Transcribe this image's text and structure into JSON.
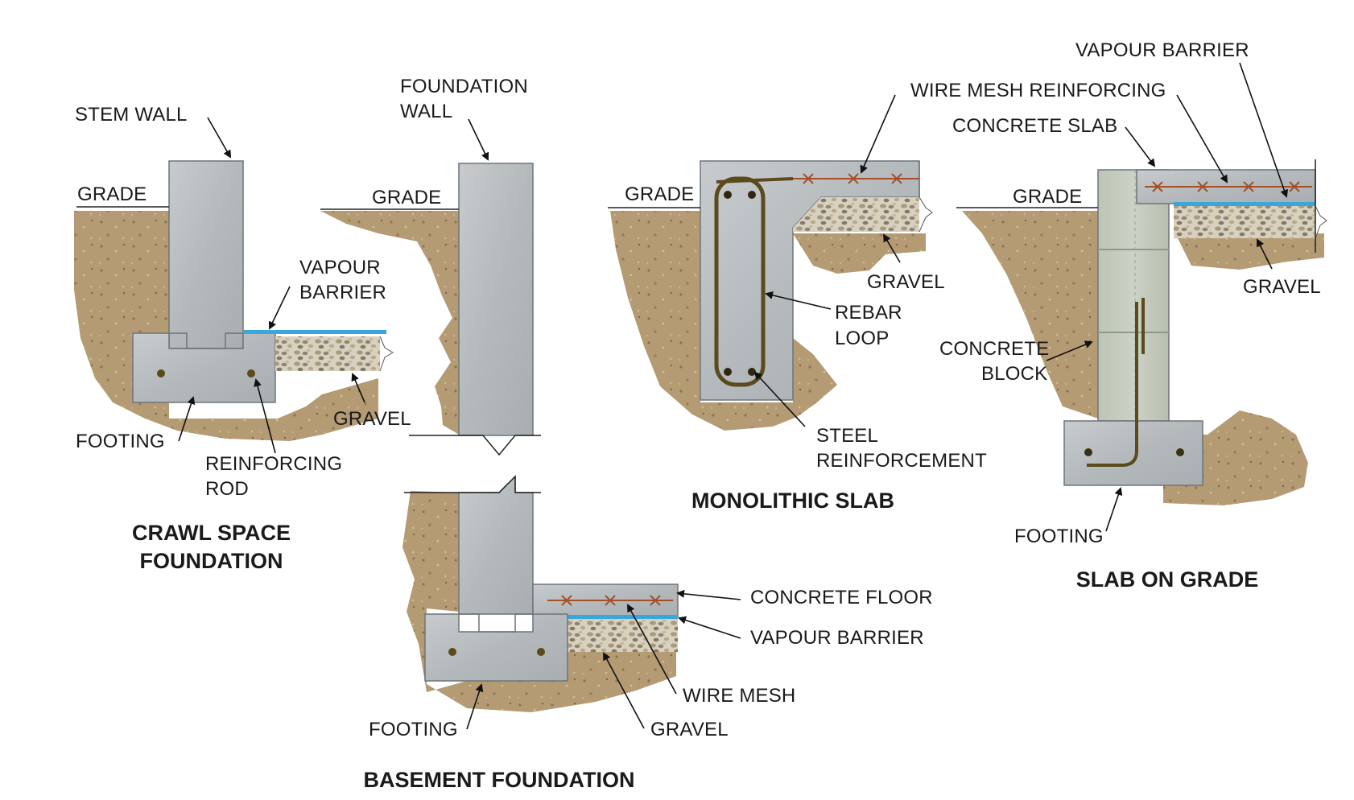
{
  "crawl_space": {
    "title_line1": "CRAWL SPACE",
    "title_line2": "FOUNDATION",
    "stem_wall": "STEM WALL",
    "grade": "GRADE",
    "vapour_barrier_1": "VAPOUR",
    "vapour_barrier_2": "BARRIER",
    "gravel": "GRAVEL",
    "footing": "FOOTING",
    "reinforcing_rod_1": "REINFORCING",
    "reinforcing_rod_2": "ROD"
  },
  "basement": {
    "title": "BASEMENT FOUNDATION",
    "foundation_wall_1": "FOUNDATION",
    "foundation_wall_2": "WALL",
    "grade": "GRADE",
    "concrete_floor": "CONCRETE FLOOR",
    "vapour_barrier": "VAPOUR BARRIER",
    "wire_mesh": "WIRE MESH",
    "gravel": "GRAVEL",
    "footing": "FOOTING"
  },
  "monolithic": {
    "title": "MONOLITHIC SLAB",
    "grade": "GRADE",
    "wire_mesh_reinforcing": "WIRE MESH REINFORCING",
    "gravel": "GRAVEL",
    "rebar_loop_1": "REBAR",
    "rebar_loop_2": "LOOP",
    "steel_reinforcement_1": "STEEL",
    "steel_reinforcement_2": "REINFORCEMENT"
  },
  "slab_on_grade": {
    "title": "SLAB ON GRADE",
    "vapour_barrier": "VAPOUR BARRIER",
    "concrete_slab": "CONCRETE SLAB",
    "grade": "GRADE",
    "gravel": "GRAVEL",
    "concrete_block_1": "CONCRETE",
    "concrete_block_2": "BLOCK",
    "footing": "FOOTING"
  },
  "colors": {
    "concrete": "#b9bdc0",
    "soil": "#b39a73",
    "gravel": "#d8d0bd",
    "vapour_barrier": "#3aa6dc",
    "rebar": "#5a4a1c",
    "mesh": "#a3502a",
    "block": "#c3c9bd"
  }
}
